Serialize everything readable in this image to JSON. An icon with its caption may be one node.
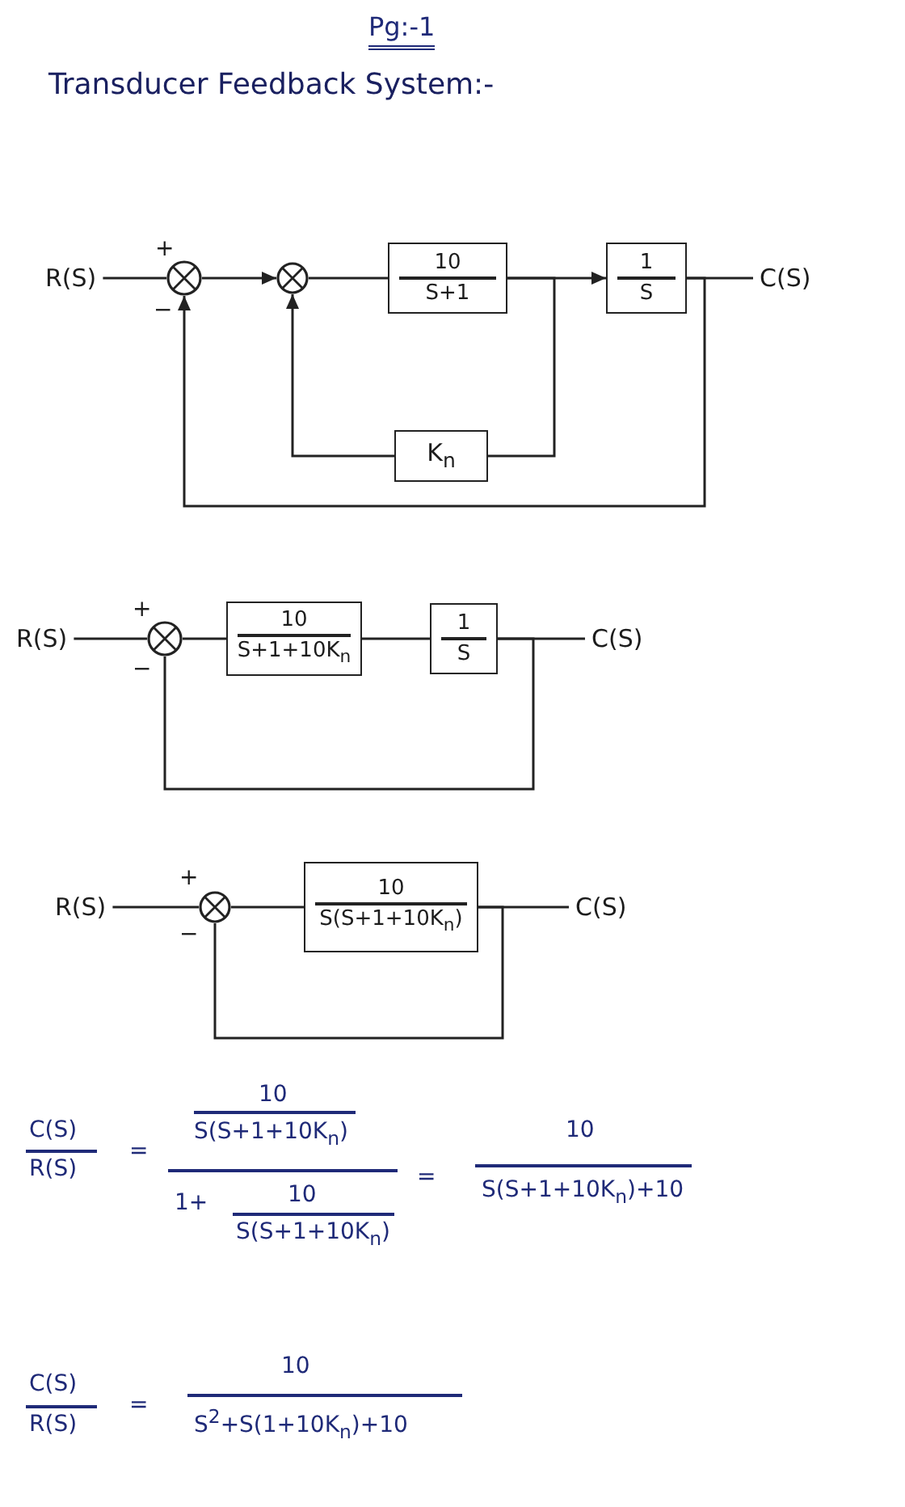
{
  "diagram": {
    "title": "Transducer Feedback System:-",
    "nodes": [
      {
        "text": [
          "R(S)"
        ]
      },
      {
        "text": [],
        "shape": "circle",
        "beside": [
          "+",
          "−"
        ]
      },
      {
        "text": [],
        "shape": "circle"
      },
      {
        "text": [
          "10",
          "S+1"
        ]
      },
      {
        "text": [
          "1",
          "S"
        ]
      },
      {
        "text": [
          "K$_{n}$"
        ]
      },
      {
        "text": [
          "C(S)"
        ]
      },
      {
        "text": [
          "R(S)"
        ]
      },
      {
        "text": [],
        "shape": "circle",
        "beside": [
          "+",
          "−"
        ]
      },
      {
        "text": [
          "10",
          "S+1+10K$_{n}$"
        ]
      },
      {
        "text": [
          "1",
          "S"
        ]
      },
      {
        "text": [
          "C(S)"
        ]
      },
      {
        "text": [
          "R(S)"
        ]
      },
      {
        "text": [],
        "shape": "circle",
        "beside": [
          "+",
          "−"
        ]
      },
      {
        "text": [
          "10",
          "S(S+1+10K$_{n}$)"
        ]
      },
      {
        "text": [
          "C(S)"
        ]
      }
    ],
    "edges": [
      {
        "from": 0,
        "to": 1,
        "arrow": "none"
      },
      {
        "from": 1,
        "to": 2,
        "arrow": "to"
      },
      {
        "from": 2,
        "to": 3,
        "arrow": "none"
      },
      {
        "from": 3,
        "to": 4,
        "arrow": "to"
      },
      {
        "from": 4,
        "to": 6,
        "arrow": "none"
      },
      {
        "from": 3,
        "to": 5,
        "arrow": "none"
      },
      {
        "from": 5,
        "to": 2,
        "arrow": "to"
      },
      {
        "from": 4,
        "to": 1,
        "arrow": "to"
      },
      {
        "from": 7,
        "to": 8,
        "arrow": "none"
      },
      {
        "from": 8,
        "to": 9,
        "arrow": "none"
      },
      {
        "from": 9,
        "to": 10,
        "arrow": "none"
      },
      {
        "from": 10,
        "to": 11,
        "arrow": "none"
      },
      {
        "from": 10,
        "to": 8,
        "arrow": "none"
      },
      {
        "from": 12,
        "to": 13,
        "arrow": "none"
      },
      {
        "from": 13,
        "to": 14,
        "arrow": "none"
      },
      {
        "from": 14,
        "to": 15,
        "arrow": "none"
      },
      {
        "from": 14,
        "to": 13,
        "arrow": "none"
      }
    ],
    "labels": [
      "Pg:-1",
      "C(S)",
      "R(S)",
      "=",
      "10",
      "S(S+1+10K$_{n}$)",
      "1+",
      "10",
      "S(S+1+10K$_{n}$)",
      "=",
      "10",
      "S(S+1+10K$_{n}$)+10",
      "C(S)",
      "R(S)",
      "=",
      "10",
      "S$^{2}$+S(1+10K$_{n}$)+10"
    ]
  }
}
